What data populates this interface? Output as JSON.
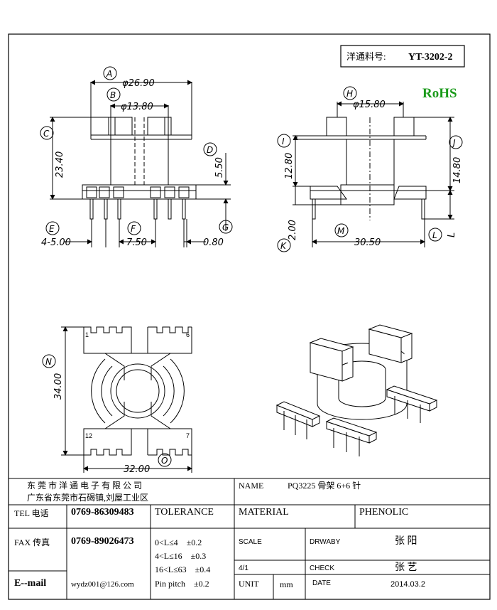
{
  "part_number": {
    "label": "洋通料号:",
    "value": "YT-3202-2"
  },
  "rohs": "RoHS",
  "colors": {
    "rohs": "#1a9a1a",
    "lines": "#000000"
  },
  "front_view": {
    "markers": {
      "A": "A",
      "B": "B",
      "C": "C",
      "D": "D",
      "E": "E",
      "F": "F",
      "G": "G"
    },
    "dims": {
      "a": "φ26.90",
      "b": "φ13.80",
      "c": "23.40",
      "d": "5.50",
      "e": "4-5.00",
      "f": "7.50",
      "g": "0.80"
    }
  },
  "side_view": {
    "markers": {
      "H": "H",
      "I": "I",
      "J": "J",
      "K": "K",
      "L": "L",
      "M": "M"
    },
    "dims": {
      "h": "φ15.80",
      "i": "12.80",
      "j": "14.80",
      "k": "2.00",
      "m": "30.50",
      "l": "L"
    }
  },
  "top_view": {
    "markers": {
      "N": "N",
      "O": "O"
    },
    "dims": {
      "n": "34.00",
      "o": "32.00"
    },
    "pins": {
      "p1": "1",
      "p6": "6",
      "p12": "12",
      "p7": "7"
    }
  },
  "title_block": {
    "company_name": "东 莞 市 洋 通 电 子 有 限 公 司",
    "company_address": "广东省东莞市石碣镇,刘屋工业区",
    "name_label": "NAME",
    "name_value": "PQ3225 骨架 6+6 针",
    "tel_label": "TEL 电话",
    "tel_value": "0769-86309483",
    "fax_label": "FAX 传真",
    "fax_value": "0769-89026473",
    "email_label": "E--mail",
    "email_value": "wydz001@126.com",
    "tolerance_label": "TOLERANCE",
    "tolerance_rows": [
      "0<L≤4　±0.2",
      "4<L≤16　±0.3",
      "16<L≤63　±0.4",
      "Pin pitch　±0.2"
    ],
    "material_label": "MATERIAL",
    "material_value": "PHENOLIC",
    "scale_label": "SCALE",
    "scale_value": "4/1",
    "drawn_by_label": "DRWABY",
    "drawn_by_value": "张 阳",
    "check_label": "CHECK",
    "check_value": "张 艺",
    "unit_label": "UNIT",
    "unit_value": "mm",
    "date_label": "DATE",
    "date_value": "2014.03.2"
  }
}
